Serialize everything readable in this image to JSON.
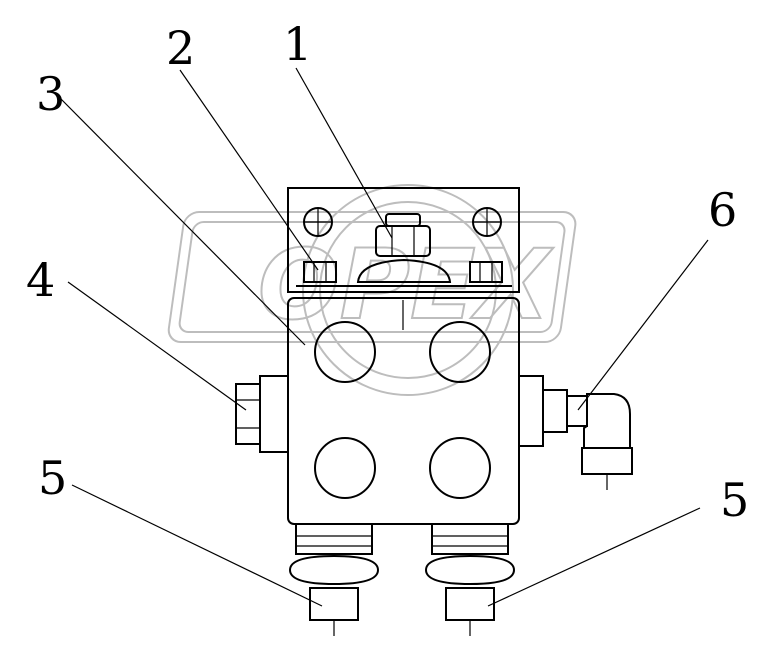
{
  "callouts": [
    {
      "id": "1",
      "label": "1"
    },
    {
      "id": "2",
      "label": "2"
    },
    {
      "id": "3",
      "label": "3"
    },
    {
      "id": "4",
      "label": "4"
    },
    {
      "id": "5a",
      "label": "5"
    },
    {
      "id": "5b",
      "label": "5"
    },
    {
      "id": "6",
      "label": "6"
    }
  ],
  "watermark": {
    "text": "OPEX",
    "color": "#bdbdbd"
  },
  "colors": {
    "line": "#000000",
    "background": "#ffffff"
  }
}
